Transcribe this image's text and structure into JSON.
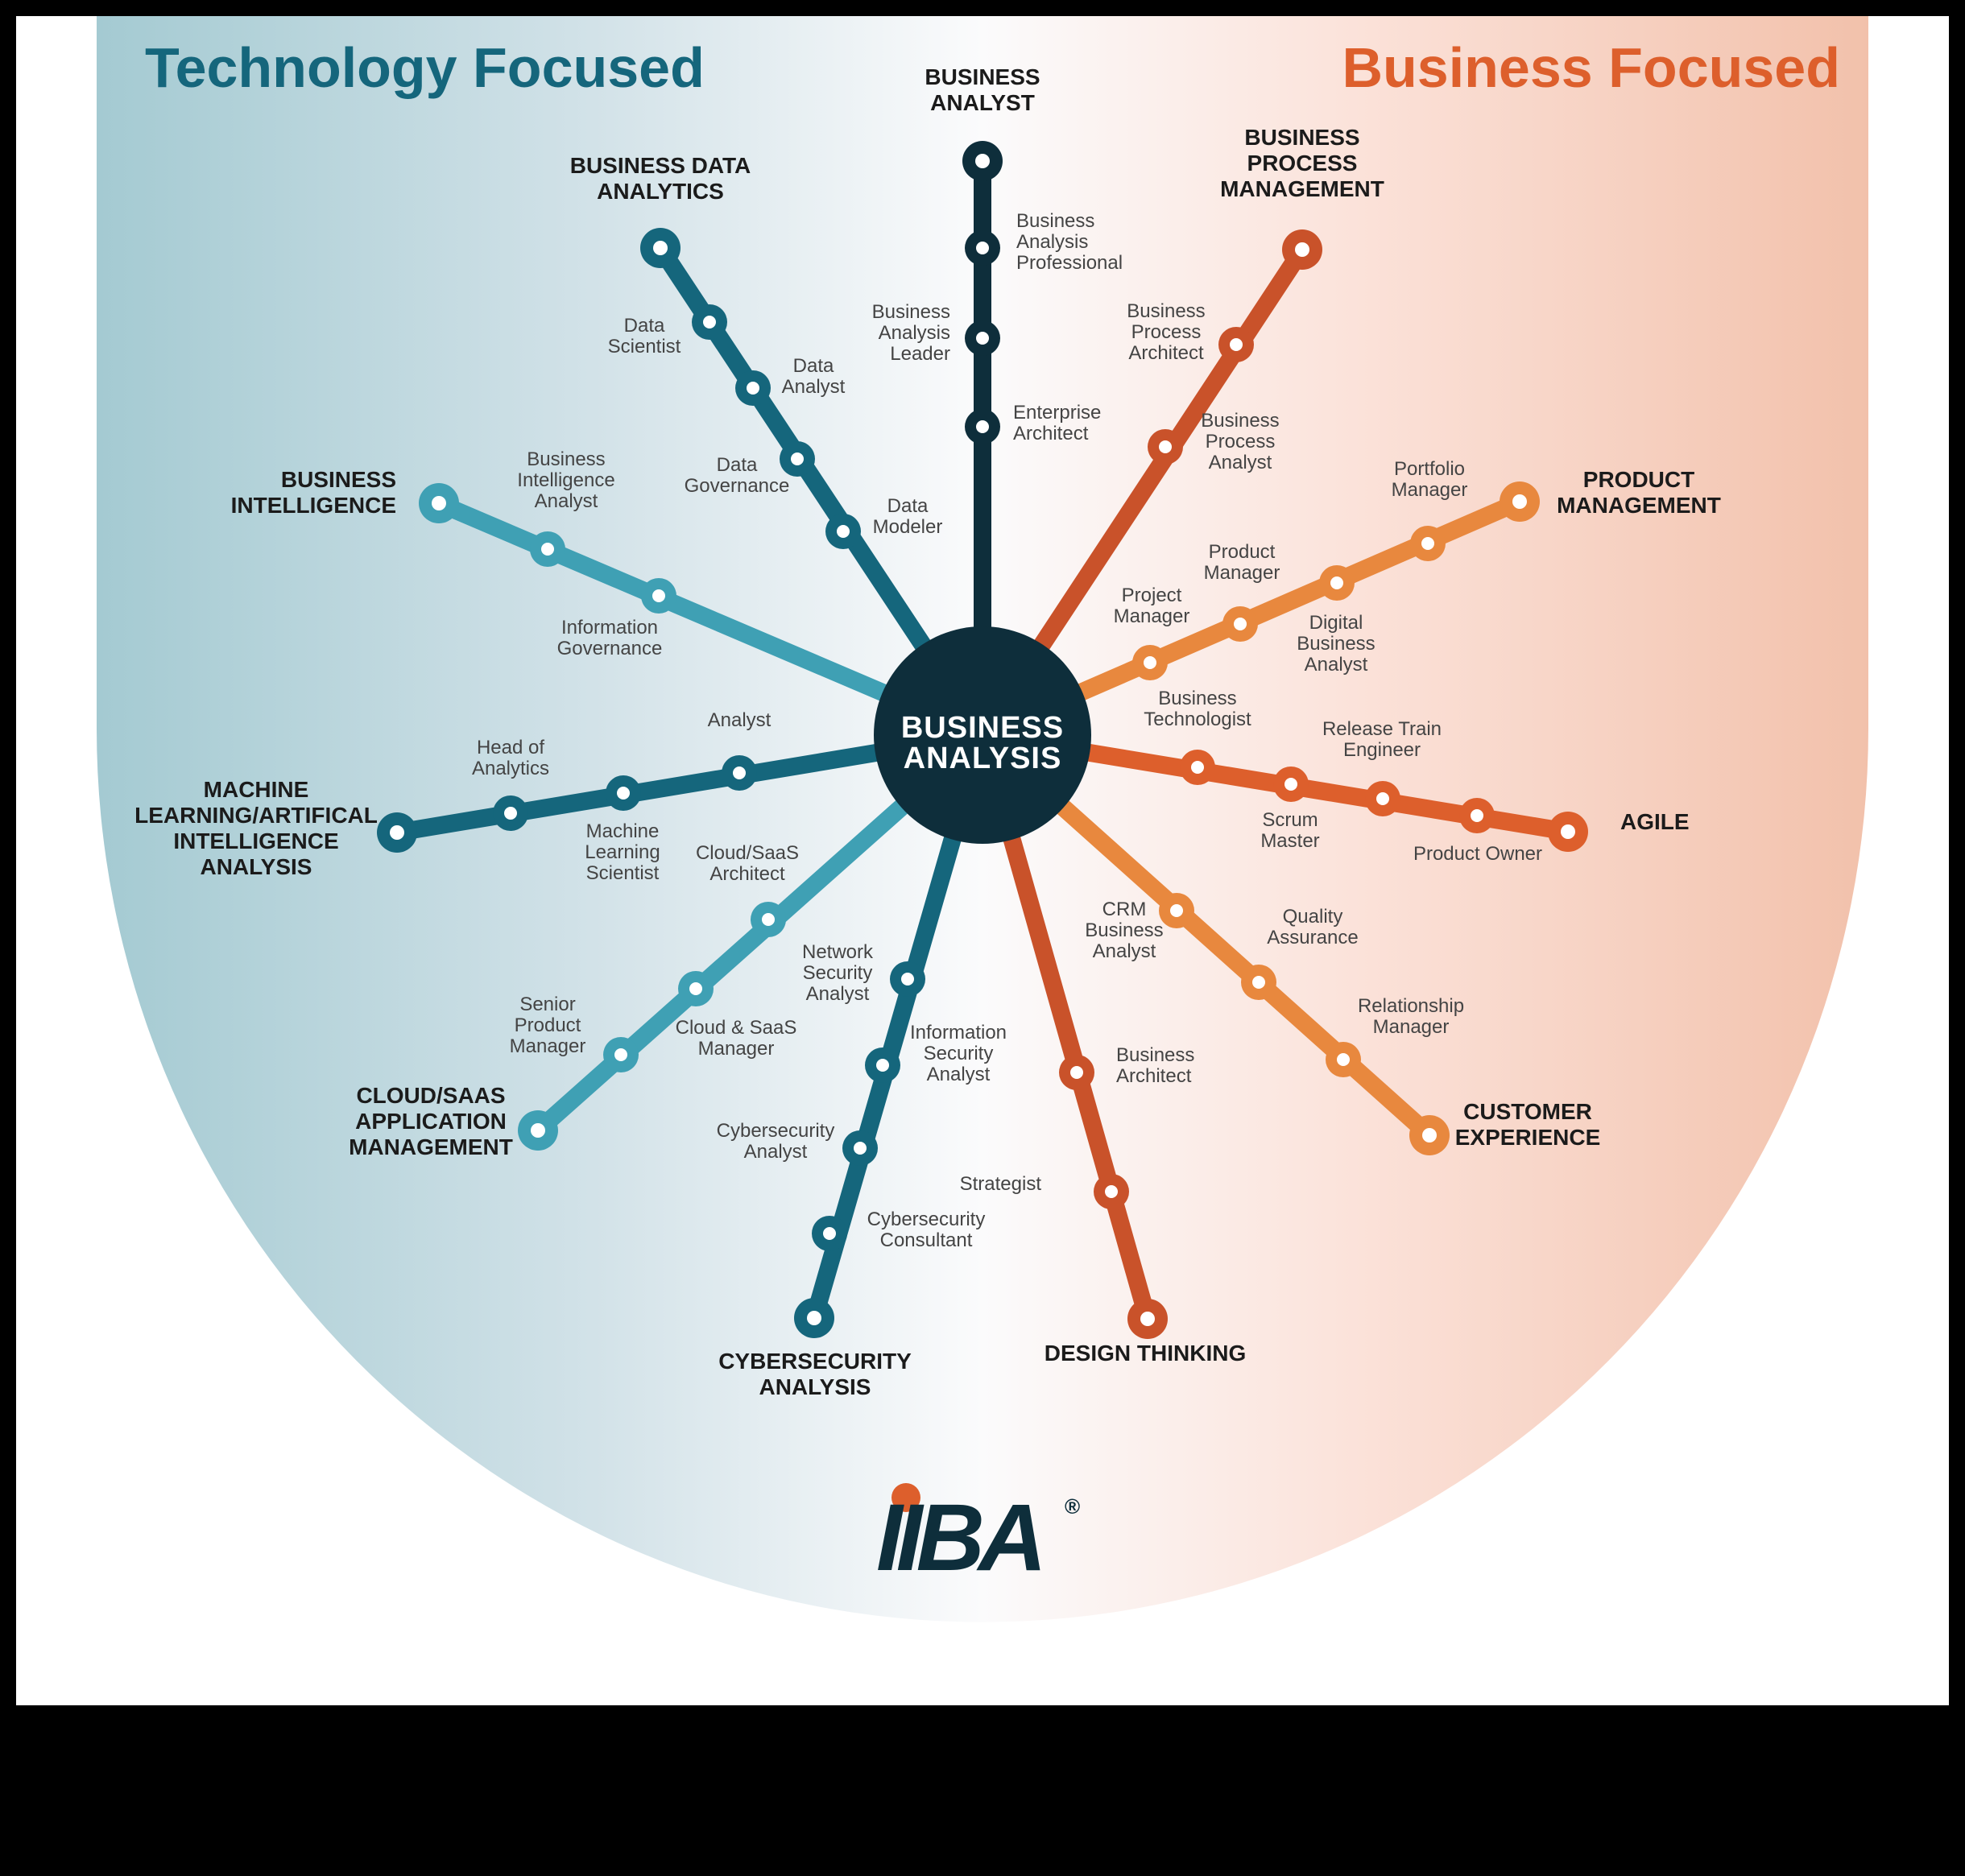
{
  "headers": {
    "left": "Technology Focused",
    "right": "Business Focused"
  },
  "colors": {
    "dark_teal": "#0e2e3b",
    "teal": "#15667c",
    "light_teal": "#3fa0b4",
    "dark_orange": "#c9522a",
    "orange": "#dd5f2c",
    "light_orange": "#e8883e",
    "tech_header": "#15667c",
    "business_header": "#dd5f2c"
  },
  "center": {
    "line1": "BUSINESS",
    "line2": "ANALYSIS"
  },
  "branches": [
    {
      "id": "business-analyst",
      "title": [
        "BUSINESS",
        "ANALYST"
      ],
      "color": "dark_teal",
      "roles": [
        [
          "Business",
          "Analysis",
          "Professional"
        ],
        [
          "Business",
          "Analysis",
          "Leader"
        ],
        [
          "Enterprise",
          "Architect"
        ]
      ]
    },
    {
      "id": "business-data-analytics",
      "title": [
        "BUSINESS DATA",
        "ANALYTICS"
      ],
      "color": "teal",
      "roles": [
        [
          "Data",
          "Scientist"
        ],
        [
          "Data",
          "Analyst"
        ],
        [
          "Data",
          "Governance"
        ],
        [
          "Data",
          "Modeler"
        ]
      ]
    },
    {
      "id": "business-intelligence",
      "title": [
        "BUSINESS",
        "INTELLIGENCE"
      ],
      "color": "light_teal",
      "roles": [
        [
          "Business",
          "Intelligence",
          "Analyst"
        ],
        [
          "Information",
          "Governance"
        ]
      ]
    },
    {
      "id": "machine-learning",
      "title": [
        "MACHINE",
        "LEARNING/ARTIFICAL",
        "INTELLIGENCE",
        "ANALYSIS"
      ],
      "color": "teal",
      "roles": [
        [
          "Head of",
          "Analytics"
        ],
        [
          "Machine",
          "Learning",
          "Scientist"
        ],
        [
          "Analyst"
        ]
      ]
    },
    {
      "id": "cloud-saas",
      "title": [
        "CLOUD/SAAS",
        "APPLICATION",
        "MANAGEMENT"
      ],
      "color": "light_teal",
      "roles": [
        [
          "Senior",
          "Product",
          "Manager"
        ],
        [
          "Cloud & SaaS",
          "Manager"
        ],
        [
          "Cloud/SaaS",
          "Architect"
        ]
      ]
    },
    {
      "id": "cybersecurity",
      "title": [
        "CYBERSECURITY",
        "ANALYSIS"
      ],
      "color": "teal",
      "roles": [
        [
          "Cybersecurity",
          "Consultant"
        ],
        [
          "Cybersecurity",
          "Analyst"
        ],
        [
          "Information",
          "Security",
          "Analyst"
        ],
        [
          "Network",
          "Security",
          "Analyst"
        ]
      ]
    },
    {
      "id": "design-thinking",
      "title": [
        "DESIGN THINKING"
      ],
      "color": "dark_orange",
      "roles": [
        [
          "Strategist"
        ],
        [
          "Business",
          "Architect"
        ]
      ]
    },
    {
      "id": "customer-experience",
      "title": [
        "CUSTOMER",
        "EXPERIENCE"
      ],
      "color": "light_orange",
      "roles": [
        [
          "Relationship",
          "Manager"
        ],
        [
          "Quality",
          "Assurance"
        ],
        [
          "CRM",
          "Business",
          "Analyst"
        ]
      ]
    },
    {
      "id": "agile",
      "title": [
        "AGILE"
      ],
      "color": "orange",
      "roles": [
        [
          "Product Owner"
        ],
        [
          "Release Train",
          "Engineer"
        ],
        [
          "Scrum",
          "Master"
        ],
        [
          "Business",
          "Technologist"
        ]
      ]
    },
    {
      "id": "product-management",
      "title": [
        "PRODUCT",
        "MANAGEMENT"
      ],
      "color": "light_orange",
      "roles": [
        [
          "Portfolio",
          "Manager"
        ],
        [
          "Digital",
          "Business",
          "Analyst"
        ],
        [
          "Product",
          "Manager"
        ],
        [
          "Project",
          "Manager"
        ]
      ]
    },
    {
      "id": "business-process-management",
      "title": [
        "BUSINESS",
        "PROCESS",
        "MANAGEMENT"
      ],
      "color": "dark_orange",
      "roles": [
        [
          "Business",
          "Process",
          "Architect"
        ],
        [
          "Business",
          "Process",
          "Analyst"
        ]
      ]
    }
  ],
  "logo": {
    "text": "IIBA",
    "mark": "®"
  }
}
